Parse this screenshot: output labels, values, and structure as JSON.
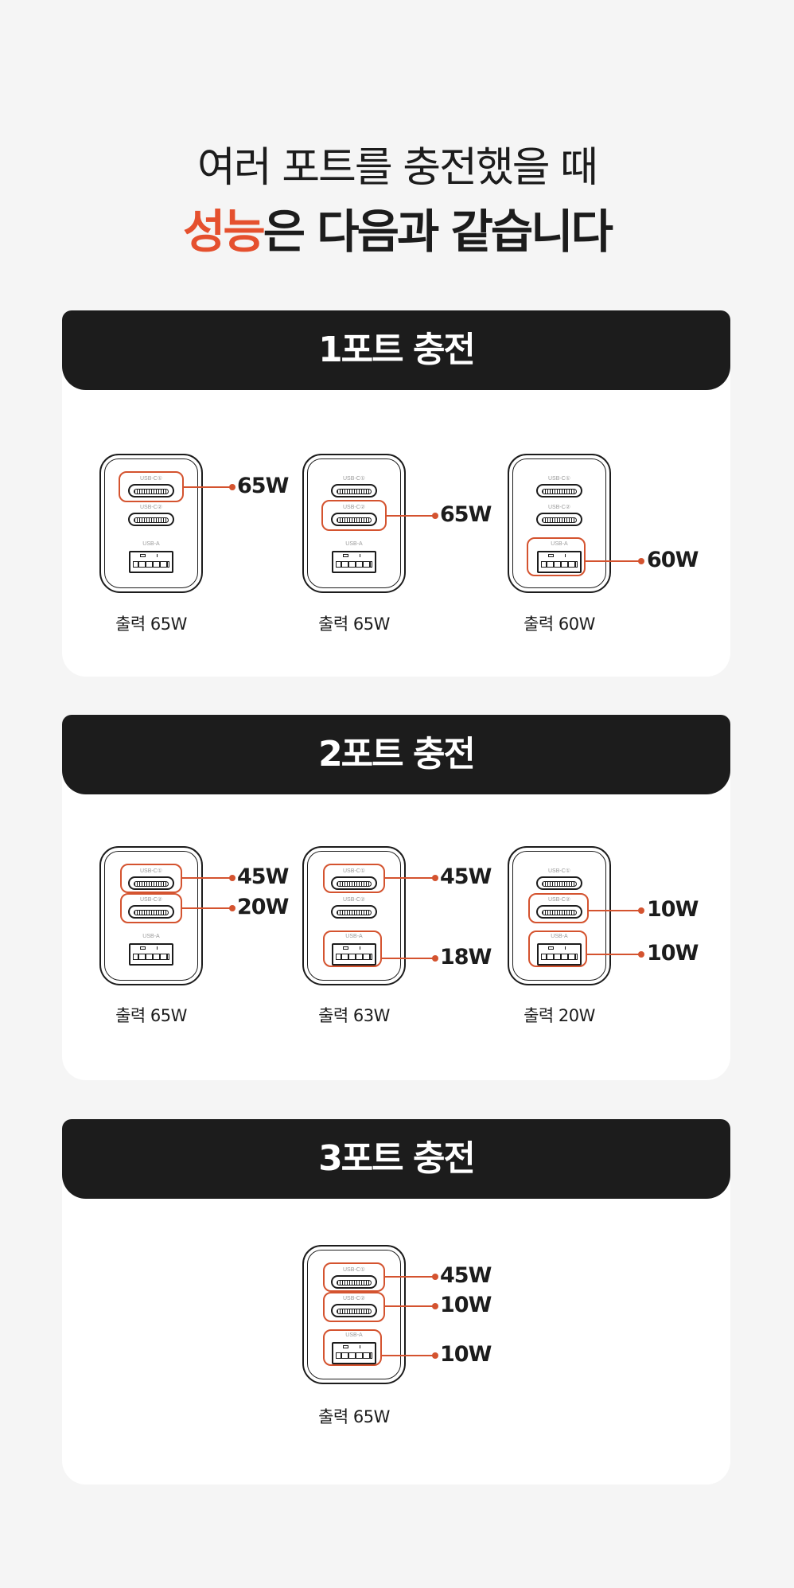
{
  "headline": {
    "line1": "여러 포트를 충전했을 때",
    "line2_accent": "성능",
    "line2_rest": "은 다음과 같습니다",
    "accent_color": "#E5502E"
  },
  "port_labels": {
    "c1": "USB-C①",
    "c2": "USB-C②",
    "a": "USB-A"
  },
  "sections": [
    {
      "title": "1포트 충전",
      "configs": [
        {
          "caption": "출력 65W",
          "outputs": [
            {
              "port": "USB-C①",
              "watt": "65W"
            }
          ]
        },
        {
          "caption": "출력 65W",
          "outputs": [
            {
              "port": "USB-C②",
              "watt": "65W"
            }
          ]
        },
        {
          "caption": "출력 60W",
          "outputs": [
            {
              "port": "USB-A",
              "watt": "60W"
            }
          ]
        }
      ]
    },
    {
      "title": "2포트 충전",
      "configs": [
        {
          "caption": "출력 65W",
          "outputs": [
            {
              "port": "USB-C①",
              "watt": "45W"
            },
            {
              "port": "USB-C②",
              "watt": "20W"
            }
          ]
        },
        {
          "caption": "출력 63W",
          "outputs": [
            {
              "port": "USB-C①",
              "watt": "45W"
            },
            {
              "port": "USB-A",
              "watt": "18W"
            }
          ]
        },
        {
          "caption": "출력 20W",
          "outputs": [
            {
              "port": "USB-C②",
              "watt": "10W"
            },
            {
              "port": "USB-A",
              "watt": "10W"
            }
          ]
        }
      ]
    },
    {
      "title": "3포트 충전",
      "configs": [
        {
          "caption": "출력 65W",
          "outputs": [
            {
              "port": "USB-C①",
              "watt": "45W"
            },
            {
              "port": "USB-C②",
              "watt": "10W"
            },
            {
              "port": "USB-A",
              "watt": "10W"
            }
          ]
        }
      ]
    }
  ],
  "colors": {
    "background": "#F5F5F5",
    "card": "#FFFFFF",
    "band": "#1C1C1C",
    "highlight": "#D4532F"
  }
}
